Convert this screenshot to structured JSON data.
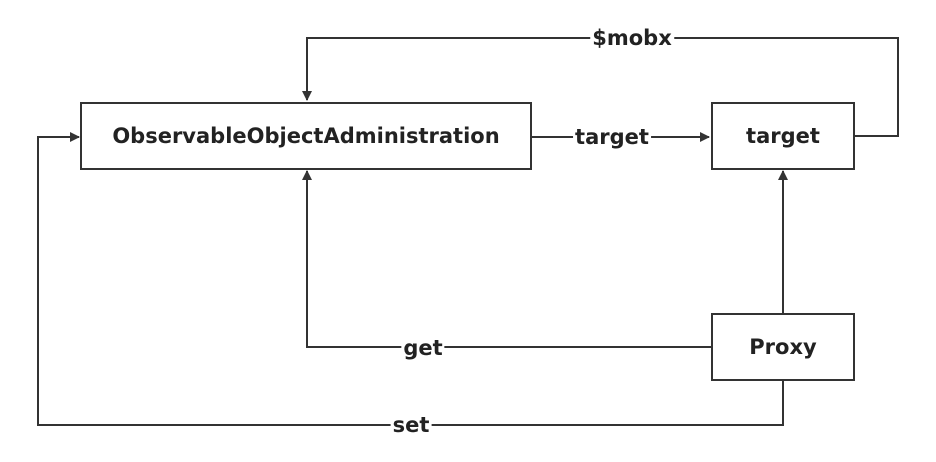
{
  "nodes": {
    "ooa": "ObservableObjectAdministration",
    "target": "target",
    "proxy": "Proxy"
  },
  "edges": {
    "mobx": "$mobx",
    "target": "target",
    "get": "get",
    "set": "set"
  },
  "colors": {
    "line": "#333333",
    "text": "#222222",
    "background": "#ffffff"
  }
}
